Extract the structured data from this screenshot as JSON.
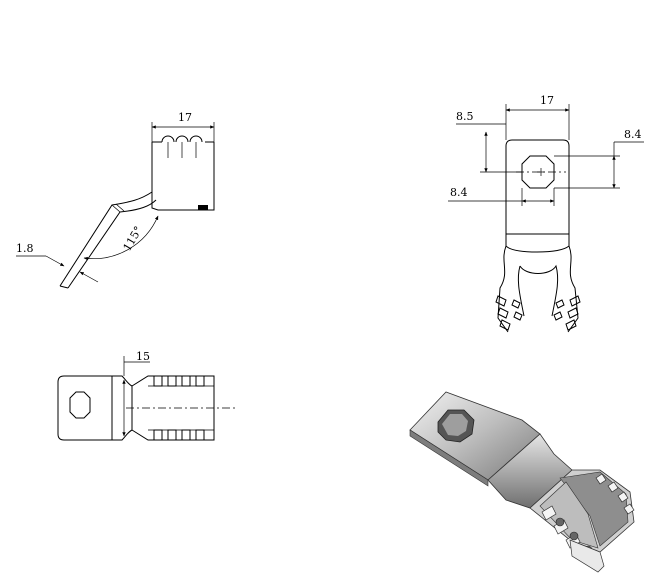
{
  "views": {
    "side": {
      "width_dim": "17",
      "thickness_dim": "1.8",
      "angle_dim": "115°"
    },
    "front": {
      "width_dim": "17",
      "hole_top_dim": "8.5",
      "hole_right_dim": "8.4",
      "hole_bottom_dim": "8.4"
    },
    "top": {
      "height_dim": "15"
    }
  },
  "colors": {
    "line": "#000000",
    "background": "#ffffff",
    "shade_dark": "#8a8a8a",
    "shade_light": "#d9d9d9"
  }
}
